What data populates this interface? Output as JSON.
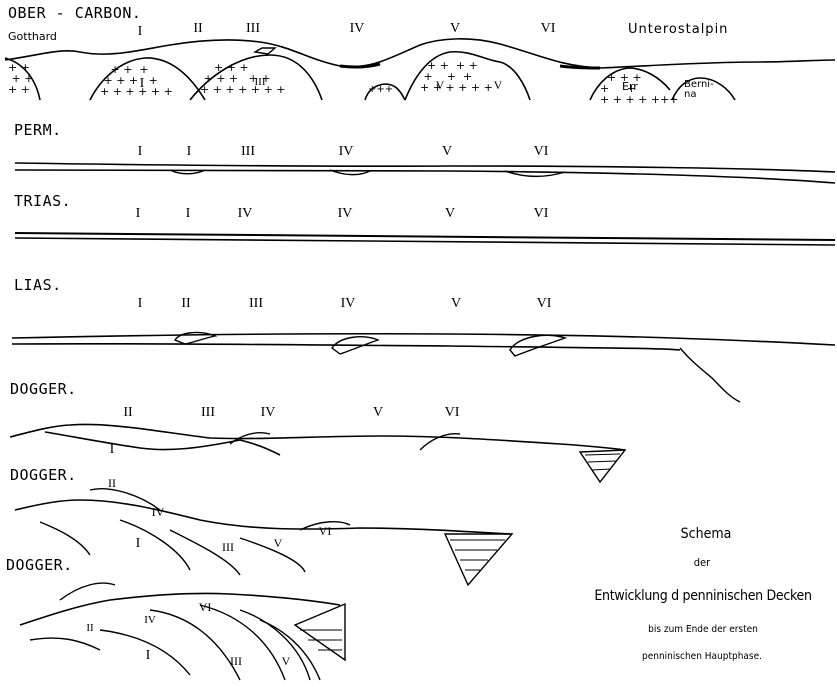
{
  "stages": {
    "ober_carbon": "OBER - CARBON.",
    "perm": "PERM.",
    "trias": "TRIAS.",
    "lias": "LIAS.",
    "dogger1": "DOGGER.",
    "dogger2": "DOGGER.",
    "dogger3": "DOGGER."
  },
  "places": {
    "gotthard": "Gotthard",
    "unterostalpin": "Unterostalpin",
    "err": "Err",
    "bernina": "Berni-\nna"
  },
  "row1_numerals": [
    "I",
    "II",
    "III",
    "IV",
    "V",
    "VI"
  ],
  "row2_numerals": [
    "I",
    "I",
    "III",
    "IV",
    "V",
    "VI"
  ],
  "row3_numerals": [
    "I",
    "I",
    "IV",
    "IV",
    "V",
    "VI"
  ],
  "row4_numerals": [
    "I",
    "II",
    "III",
    "IV",
    "V",
    "VI"
  ],
  "row5_numerals": [
    "II",
    "III",
    "IV",
    "V",
    "VI",
    "I"
  ],
  "row6_numerals": [
    "II",
    "IV",
    "I",
    "III",
    "V",
    "VI"
  ],
  "row7_numerals": [
    "II",
    "VI",
    "IV",
    "I",
    "III",
    "V"
  ],
  "massif_numerals": {
    "m1": "I",
    "m2": "III",
    "m3": "V",
    "m4": "V"
  },
  "caption": {
    "line1": "Schema",
    "line2": "der",
    "line3": "Entwicklung d penninischen Decken",
    "line4": "bis zum Ende der ersten",
    "line5": "penninischen Hauptphase."
  }
}
